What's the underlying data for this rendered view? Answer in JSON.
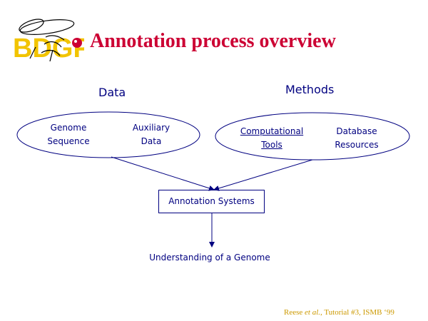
{
  "logo": {
    "text": "BDGP"
  },
  "slide": {
    "title": "Annotation process overview"
  },
  "columns": {
    "data": "Data",
    "methods": "Methods"
  },
  "nodes": {
    "data_ellipse": {
      "item1": [
        "Genome",
        "Sequence"
      ],
      "item2": [
        "Auxiliary",
        "Data"
      ]
    },
    "methods_ellipse": {
      "item1": [
        "Computational",
        "Tools"
      ],
      "item2": [
        "Database",
        "Resources"
      ]
    },
    "annotation_box": "Annotation Systems",
    "outcome": "Understanding of a Genome"
  },
  "citation": {
    "authors": "Reese ",
    "etal": "et al.",
    "rest": ", Tutorial #3, ISMB ‘99"
  },
  "colors": {
    "title": "#cc0033",
    "text": "#000080",
    "logo": "#f2c400",
    "citation": "#cc9900"
  }
}
